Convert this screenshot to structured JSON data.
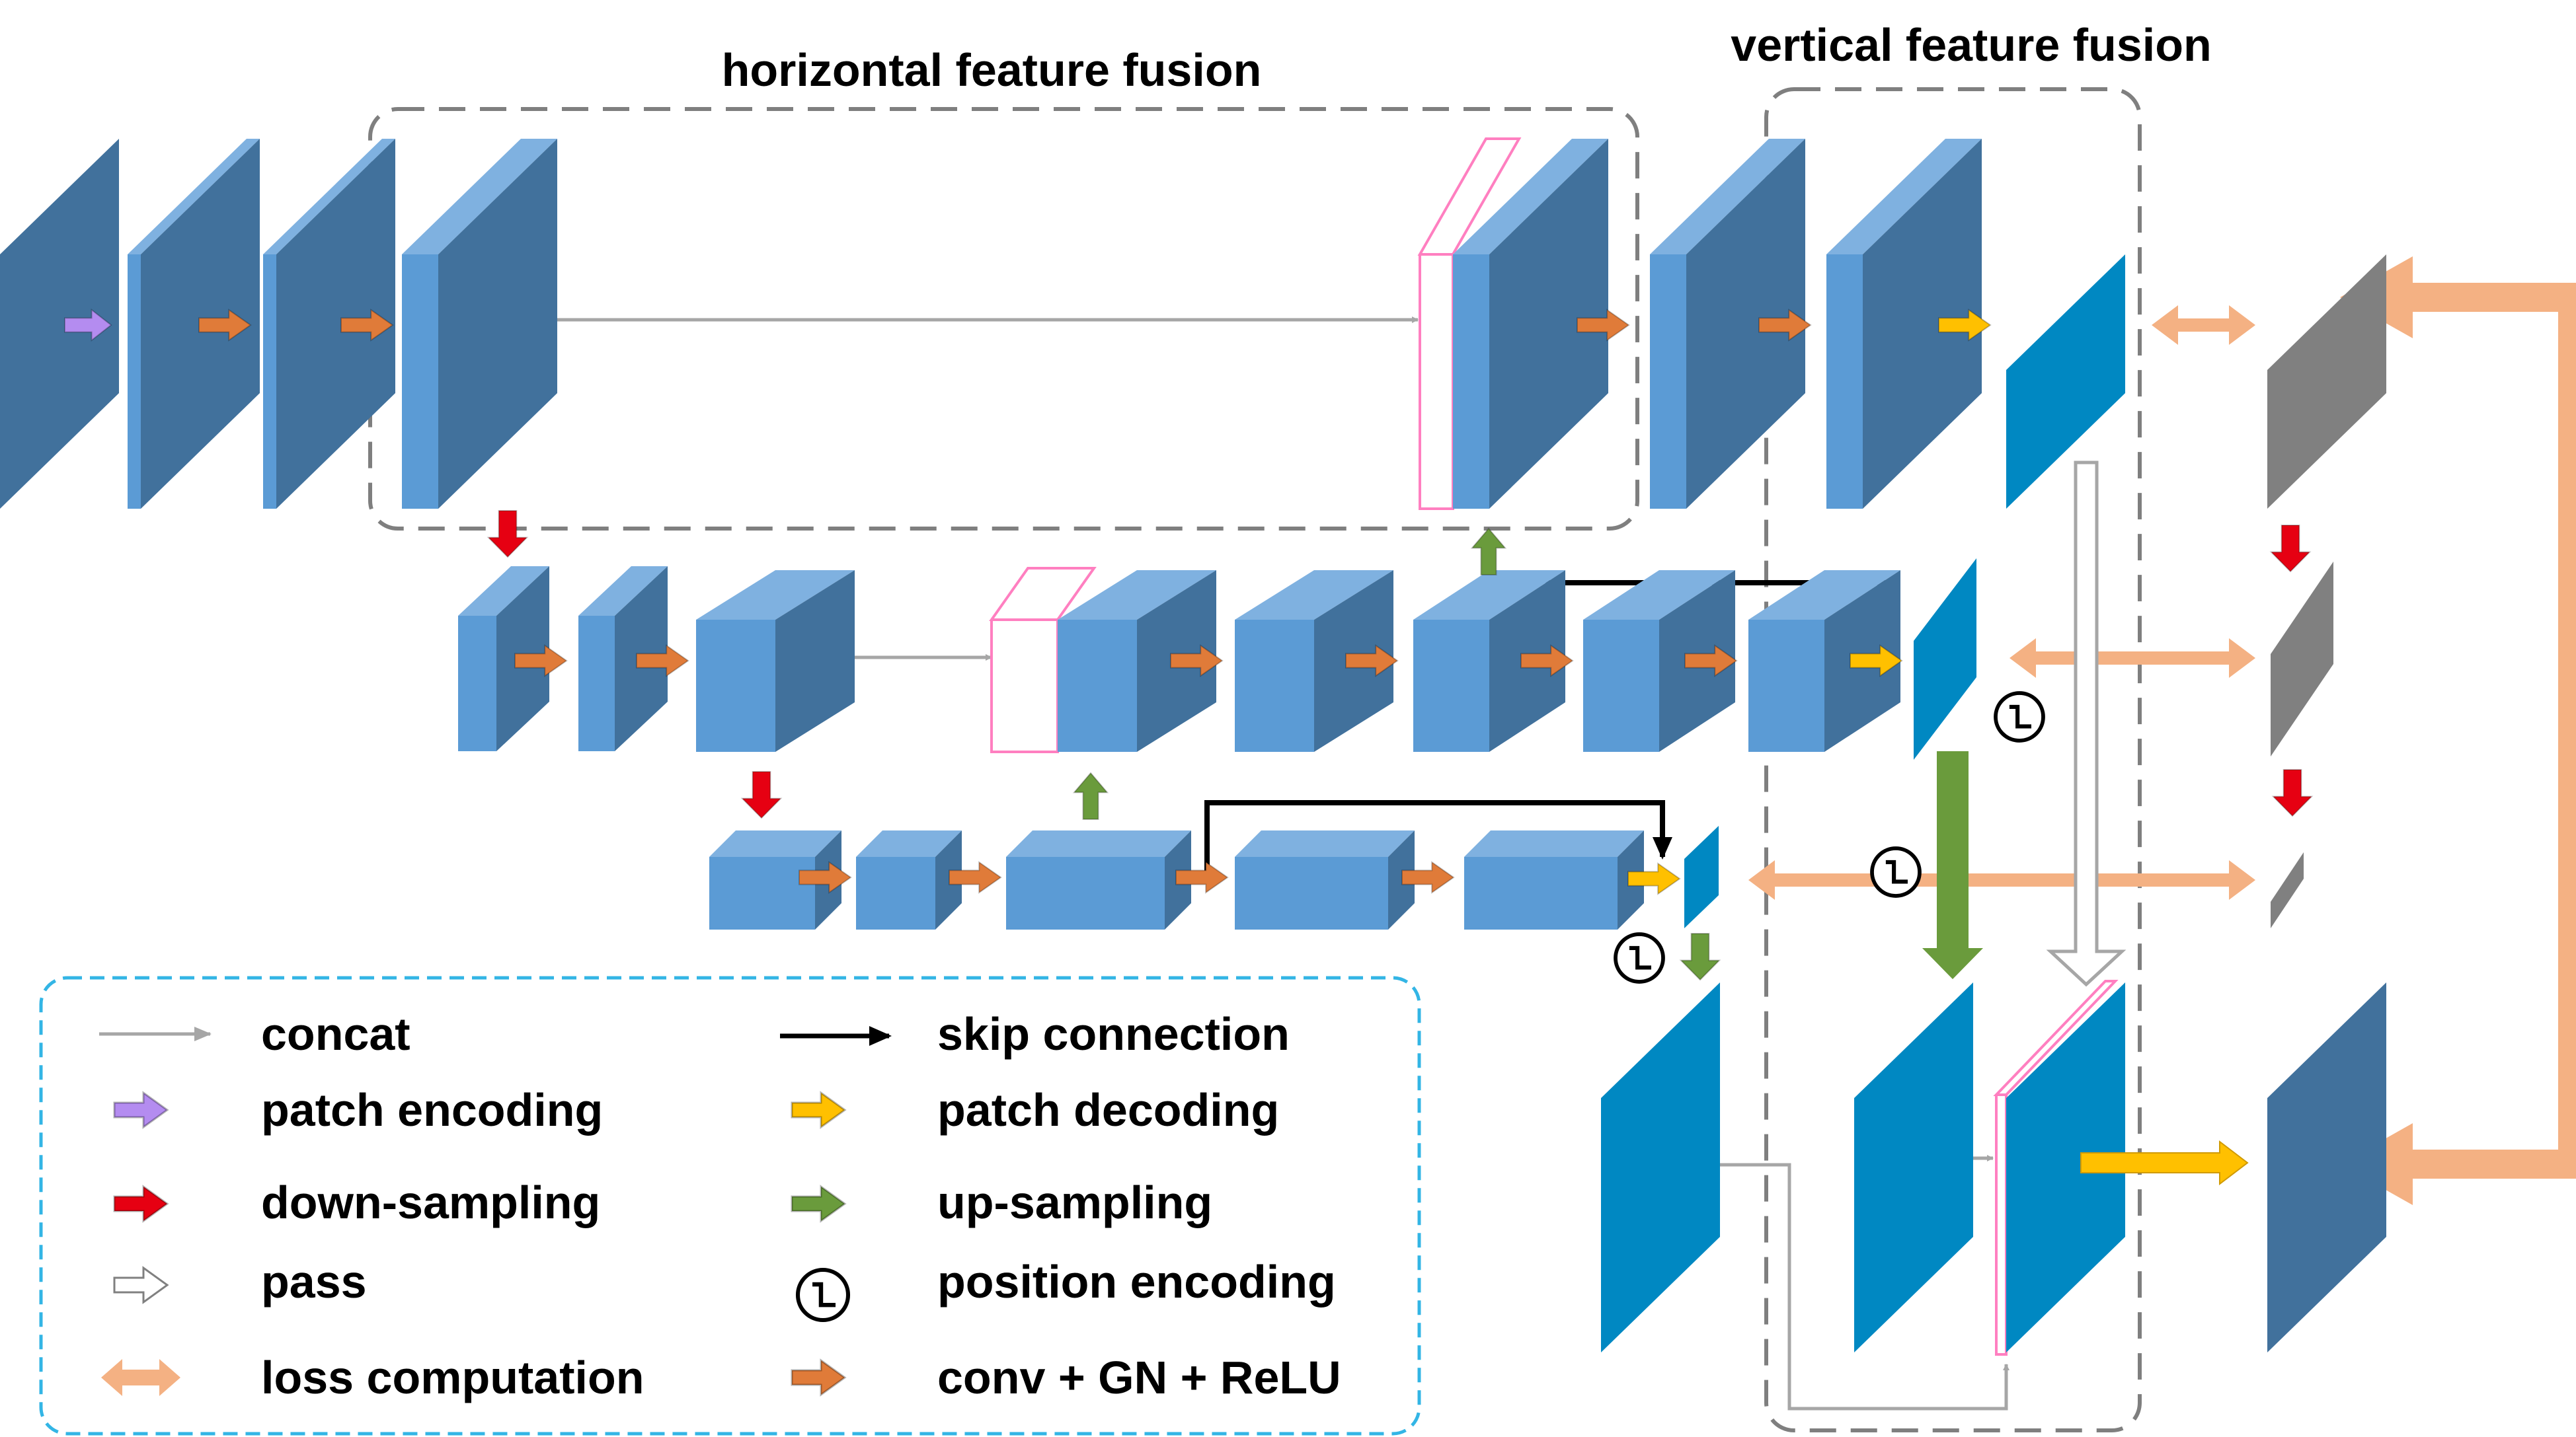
{
  "titles": {
    "horizontal": "horizontal feature fusion",
    "vertical": "vertical feature fusion"
  },
  "legend": [
    {
      "icon": "gray-thin-arrow",
      "label": "concat"
    },
    {
      "icon": "purple-arrow",
      "label": "patch encoding"
    },
    {
      "icon": "red-arrow",
      "label": "down-sampling"
    },
    {
      "icon": "white-outline-arrow",
      "label": "pass"
    },
    {
      "icon": "salmon-double-arrow",
      "label": "loss computation"
    },
    {
      "icon": "black-arrow",
      "label": "skip connection"
    },
    {
      "icon": "yellow-arrow",
      "label": "patch decoding"
    },
    {
      "icon": "green-arrow",
      "label": "up-sampling"
    },
    {
      "icon": "position-encoding-symbol",
      "label": "position encoding"
    },
    {
      "icon": "orange-arrow",
      "label": "conv + GN + ReLU"
    }
  ],
  "colors": {
    "block_front": "#5B9BD5",
    "block_side": "#41719C",
    "block_top": "#7FB1E0",
    "dark_block": "#0088C2",
    "gray_block": "#808080",
    "concat_outline": "#FF7FC0",
    "orange": "#E07B39",
    "red": "#E60012",
    "green": "#6A9B3C",
    "yellow": "#FFC000",
    "purple": "#B48CF0",
    "salmon": "#F4B183",
    "gray_line": "#A6A6A6"
  }
}
